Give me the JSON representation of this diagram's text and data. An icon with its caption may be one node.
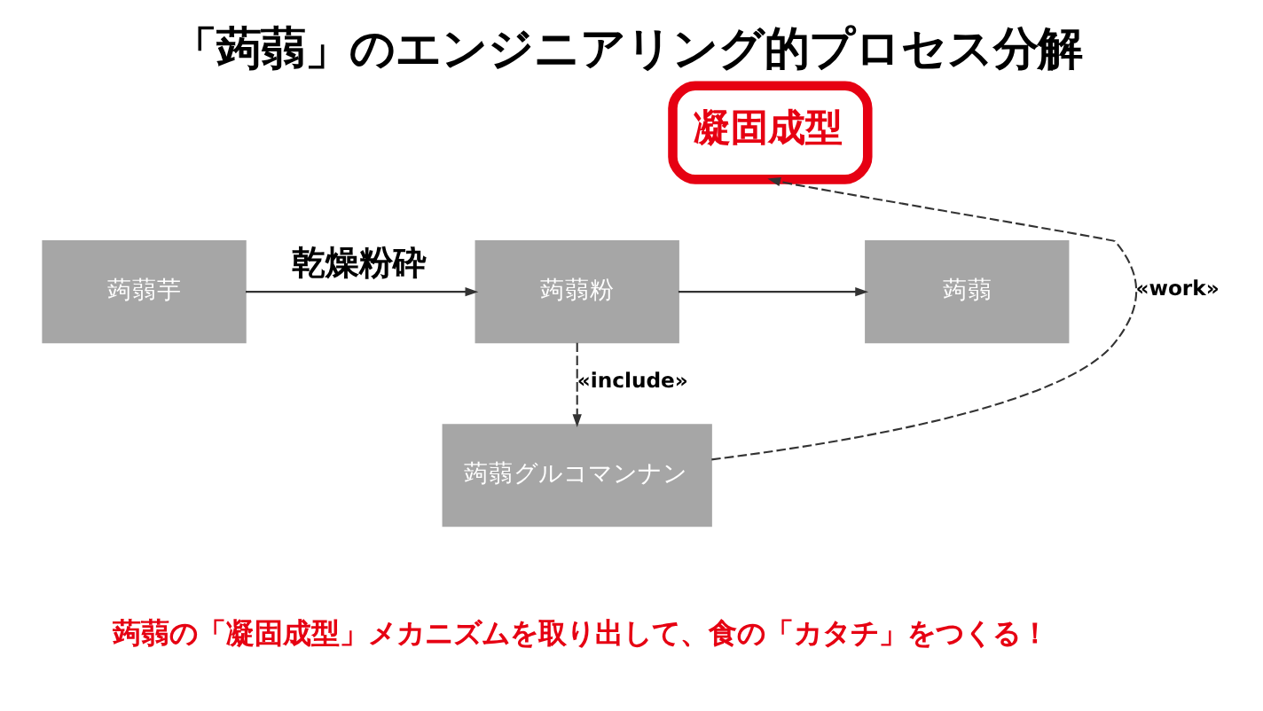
{
  "diagram": {
    "title": "「蒟蒻」のエンジニアリング的プロセス分解",
    "nodes": [
      {
        "text": [
          "蒟蒻芋"
        ]
      },
      {
        "text": [
          "蒟蒻粉"
        ]
      },
      {
        "text": [
          "凝固成型"
        ]
      },
      {
        "text": [
          "蒟蒻"
        ]
      },
      {
        "text": [
          "蒟蒻グルコマンナン"
        ]
      }
    ],
    "edges": [
      {
        "from": 0,
        "to": 1,
        "arrow": "to",
        "label": "乾燥粉砕"
      },
      {
        "from": 1,
        "to": 3,
        "arrow": "to"
      },
      {
        "from": 1,
        "to": 4,
        "arrow": "to",
        "label": "«include»",
        "style": "dashed"
      },
      {
        "from": 4,
        "to": 2,
        "arrow": "to",
        "label": "«work»",
        "style": "dashed"
      }
    ],
    "labels": [
      "蒟蒻の「凝固成型」メカニズムを取り出して、食の「カタチ」をつくる！"
    ]
  }
}
